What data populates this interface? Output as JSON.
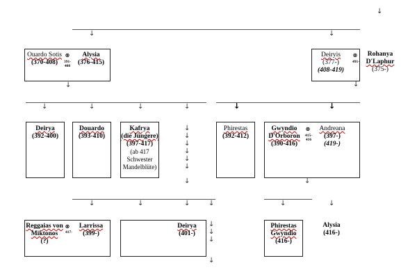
{
  "symbols": {
    "arrow": "↓",
    "marriage": "⊗"
  },
  "gen1": {
    "left_couple": {
      "p1": {
        "name": "Ouardo Sotis",
        "dates": "(370-408)"
      },
      "p2": {
        "name": "Alysia",
        "dates": "(376-415)"
      },
      "marriage_dates": [
        "391-",
        "408"
      ]
    },
    "right_couple": {
      "p1": {
        "name": "Deiryis",
        "dates": "(377-)",
        "dates2": "(408-419)"
      },
      "p2": {
        "name_line1": "Rohanya",
        "name_line2": "D'Laphur",
        "dates": "(375-)"
      },
      "marriage_dates": [
        "491-"
      ]
    }
  },
  "gen2": {
    "deirya": {
      "name": "Deirya",
      "dates": "(392-400)"
    },
    "douardo": {
      "name": "Douardo",
      "dates": "(393-410)"
    },
    "kafrya": {
      "name": "Kafrya",
      "name2": "(die Jüngere)",
      "dates": "(397-417)",
      "note": [
        "(ab 417",
        "Schwester",
        "Mandelblüte)"
      ]
    },
    "phirestas": {
      "name": "Phirestas",
      "dates": "(392-412)"
    },
    "gwyndio_couple": {
      "p1": {
        "name": "Gwyndio",
        "name2": "D'Orboron",
        "dates": "(390-416)"
      },
      "p2": {
        "name": "Andreana",
        "dates": "(397-)",
        "dates2": "(419-)"
      },
      "marriage_dates": [
        "415-",
        "416"
      ]
    }
  },
  "gen3": {
    "reggaias_couple": {
      "p1": {
        "name": "Reggaias von",
        "name2": "Miktonos",
        "dates": "(?)"
      },
      "p2": {
        "name": "Larrissa",
        "dates": "(399-)"
      },
      "marriage_dates": [
        "417-"
      ]
    },
    "deirya2": {
      "name": "Deirya",
      "dates": "(401-)"
    },
    "phirestas_gwyndio": {
      "name": "Phirestas",
      "name2": "Gwyndio",
      "dates": "(416-)"
    },
    "alysia2": {
      "name": "Alysia",
      "dates": "(416-)"
    }
  }
}
